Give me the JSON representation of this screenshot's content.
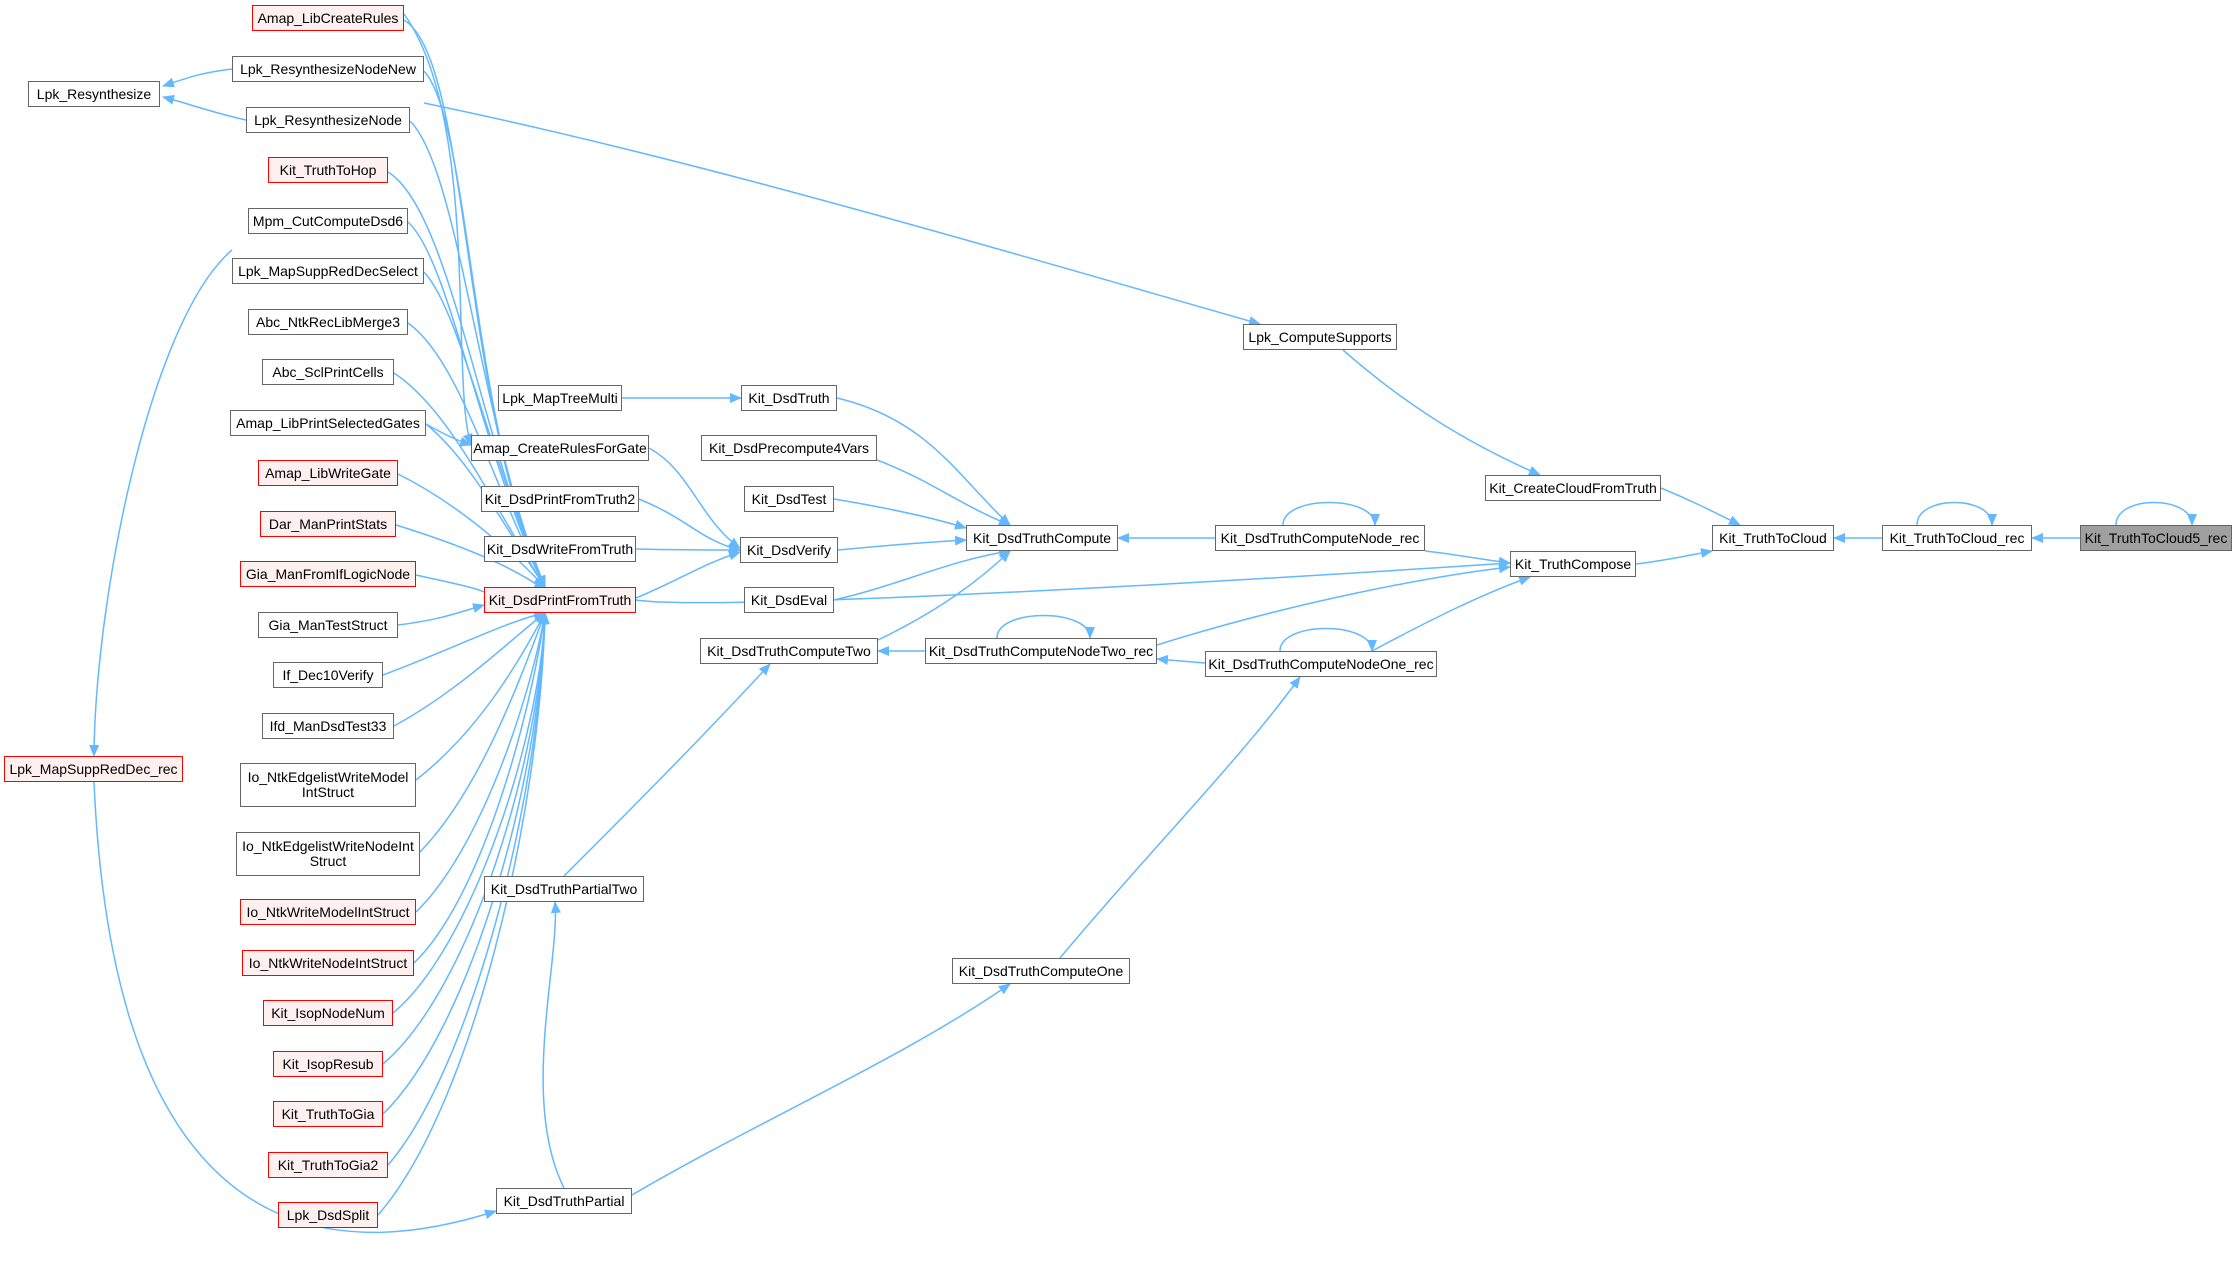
{
  "colors": {
    "edge": "#63b8ff",
    "node_border": "#666666",
    "node_border_truncated": "#ff0000",
    "root_fill": "#a0a0a0"
  },
  "nodes": [
    {
      "id": "amap_libcreaterules",
      "label": "Amap_LibCreateRules",
      "truncated": true
    },
    {
      "id": "lpk_resynthesizenodenew",
      "label": "Lpk_ResynthesizeNodeNew",
      "truncated": false
    },
    {
      "id": "lpk_resynthesize",
      "label": "Lpk_Resynthesize",
      "truncated": false
    },
    {
      "id": "lpk_resynthesizenode",
      "label": "Lpk_ResynthesizeNode",
      "truncated": false
    },
    {
      "id": "kit_truthtohop",
      "label": "Kit_TruthToHop",
      "truncated": true
    },
    {
      "id": "mpm_cutcomputedsd6",
      "label": "Mpm_CutComputeDsd6",
      "truncated": false
    },
    {
      "id": "lpk_mapsuppreddecselect",
      "label": "Lpk_MapSuppRedDecSelect",
      "truncated": false
    },
    {
      "id": "abc_ntkreclibmerge3",
      "label": "Abc_NtkRecLibMerge3",
      "truncated": false
    },
    {
      "id": "abc_sclprintcells",
      "label": "Abc_SclPrintCells",
      "truncated": false
    },
    {
      "id": "amap_libprintselectedgates",
      "label": "Amap_LibPrintSelectedGates",
      "truncated": false
    },
    {
      "id": "amap_libwritegate",
      "label": "Amap_LibWriteGate",
      "truncated": true
    },
    {
      "id": "dar_manprintstats",
      "label": "Dar_ManPrintStats",
      "truncated": true
    },
    {
      "id": "gia_manfromiflogicnode",
      "label": "Gia_ManFromIfLogicNode",
      "truncated": true
    },
    {
      "id": "gia_mantеststruct",
      "label": "Gia_ManTestStruct",
      "truncated": false
    },
    {
      "id": "if_dec10verify",
      "label": "If_Dec10Verify",
      "truncated": false
    },
    {
      "id": "ifd_mandsdtest33",
      "label": "Ifd_ManDsdTest33",
      "truncated": false
    },
    {
      "id": "io_ntkedgelistwritemodelintstruct",
      "label": "Io_NtkEdgelistWriteModel\nIntStruct",
      "truncated": false
    },
    {
      "id": "io_ntkedgelistwritenodeintstruct",
      "label": "Io_NtkEdgelistWriteNodeInt\nStruct",
      "truncated": false
    },
    {
      "id": "io_ntkwritemodelintstruct",
      "label": "Io_NtkWriteModelIntStruct",
      "truncated": true
    },
    {
      "id": "io_ntkwritenodeintstruct",
      "label": "Io_NtkWriteNodeIntStruct",
      "truncated": true
    },
    {
      "id": "kit_isopnodenum",
      "label": "Kit_IsopNodeNum",
      "truncated": true
    },
    {
      "id": "kit_isopresub",
      "label": "Kit_IsopResub",
      "truncated": true
    },
    {
      "id": "kit_truthtogia",
      "label": "Kit_TruthToGia",
      "truncated": true
    },
    {
      "id": "kit_truthtogia2",
      "label": "Kit_TruthToGia2",
      "truncated": true
    },
    {
      "id": "lpk_dsdsplit",
      "label": "Lpk_DsdSplit",
      "truncated": true
    },
    {
      "id": "lpk_mapsuppreddec_rec",
      "label": "Lpk_MapSuppRedDec_rec",
      "truncated": true
    },
    {
      "id": "lpk_maptreemulti",
      "label": "Lpk_MapTreeMulti",
      "truncated": false
    },
    {
      "id": "amap_createrulesforgate",
      "label": "Amap_CreateRulesForGate",
      "truncated": false
    },
    {
      "id": "kit_dsdprintfromtruth2",
      "label": "Kit_DsdPrintFromTruth2",
      "truncated": false
    },
    {
      "id": "kit_dsdwritefromtruth",
      "label": "Kit_DsdWriteFromTruth",
      "truncated": false
    },
    {
      "id": "kit_dsdprintfromtruth",
      "label": "Kit_DsdPrintFromTruth",
      "truncated": true
    },
    {
      "id": "kit_dsdtruthpartialtwo",
      "label": "Kit_DsdTruthPartialTwo",
      "truncated": false
    },
    {
      "id": "kit_dsdtruthpartial",
      "label": "Kit_DsdTruthPartial",
      "truncated": false
    },
    {
      "id": "kit_dsdtruth",
      "label": "Kit_DsdTruth",
      "truncated": false
    },
    {
      "id": "kit_dsdprecompute4vars",
      "label": "Kit_DsdPrecompute4Vars",
      "truncated": false
    },
    {
      "id": "kit_dsdtest",
      "label": "Kit_DsdTest",
      "truncated": false
    },
    {
      "id": "kit_dsdverify",
      "label": "Kit_DsdVerify",
      "truncated": false
    },
    {
      "id": "kit_dsdeval",
      "label": "Kit_DsdEval",
      "truncated": false
    },
    {
      "id": "kit_dsdtruthcomputetwo",
      "label": "Kit_DsdTruthComputeTwo",
      "truncated": false
    },
    {
      "id": "kit_dsdtruthcompute",
      "label": "Kit_DsdTruthCompute",
      "truncated": false
    },
    {
      "id": "kit_dsdtruthcomputenodetwo_rec",
      "label": "Kit_DsdTruthComputeNodeTwo_rec",
      "truncated": false
    },
    {
      "id": "kit_dsdtruthcomputeone",
      "label": "Kit_DsdTruthComputeOne",
      "truncated": false
    },
    {
      "id": "kit_dsdtruthcomputenode_rec",
      "label": "Kit_DsdTruthComputeNode_rec",
      "truncated": false
    },
    {
      "id": "kit_dsdtruthcomputenodeone_rec",
      "label": "Kit_DsdTruthComputeNodeOne_rec",
      "truncated": false
    },
    {
      "id": "lpk_computesupports",
      "label": "Lpk_ComputeSupports",
      "truncated": false
    },
    {
      "id": "kit_createcloudfromtruth",
      "label": "Kit_CreateCloudFromTruth",
      "truncated": false
    },
    {
      "id": "kit_truthcompose",
      "label": "Kit_TruthCompose",
      "truncated": false
    },
    {
      "id": "kit_truthtocloud",
      "label": "Kit_TruthToCloud",
      "truncated": false
    },
    {
      "id": "kit_truthtocloud_rec",
      "label": "Kit_TruthToCloud_rec",
      "truncated": false
    },
    {
      "id": "kit_truthtocloud5_rec",
      "label": "Kit_TruthToCloud5_rec",
      "truncated": false,
      "root": true
    }
  ]
}
